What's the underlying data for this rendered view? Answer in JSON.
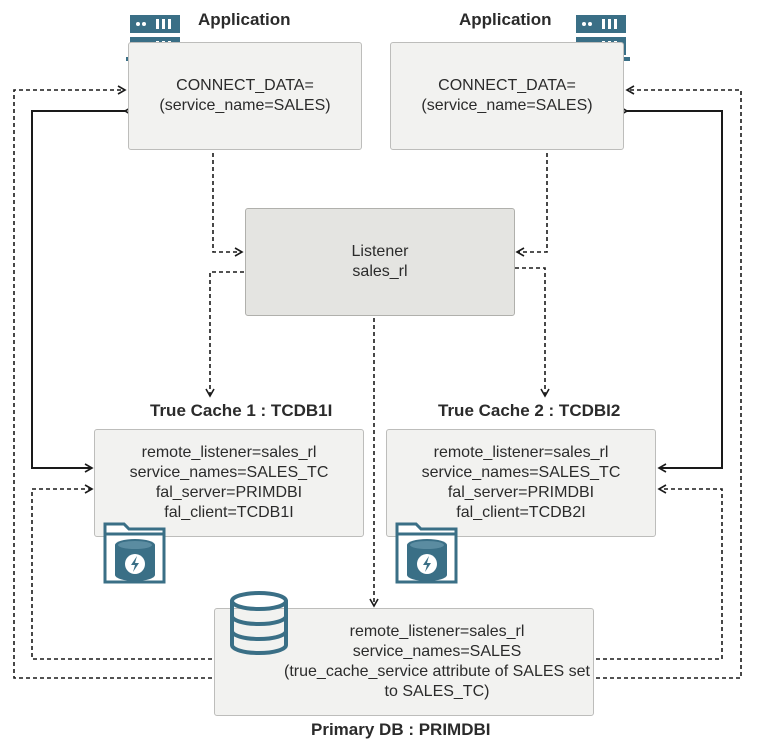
{
  "app_left": {
    "heading": "Application",
    "lines": [
      "CONNECT_DATA=",
      "(service_name=SALES)"
    ],
    "icon": "server-icon"
  },
  "app_right": {
    "heading": "Application",
    "lines": [
      "CONNECT_DATA=",
      "(service_name=SALES)"
    ],
    "icon": "server-icon"
  },
  "listener": {
    "lines": [
      "Listener",
      "sales_rl"
    ]
  },
  "cache1": {
    "heading": "True Cache 1 : TCDB1I",
    "lines": [
      "remote_listener=sales_rl",
      "service_names=SALES_TC",
      "fal_server=PRIMDBI",
      "fal_client=TCDB1I"
    ],
    "icon": "database-folder-icon"
  },
  "cache2": {
    "heading": "True Cache 2 : TCDBI2",
    "lines": [
      "remote_listener=sales_rl",
      "service_names=SALES_TC",
      "fal_server=PRIMDBI",
      "fal_client=TCDB2I"
    ],
    "icon": "database-folder-icon"
  },
  "primary": {
    "heading": "Primary DB : PRIMDBI",
    "lines": [
      "remote_listener=sales_rl",
      "service_names=SALES",
      "(true_cache_service attribute of SALES set",
      "to SALES_TC)"
    ],
    "icon": "database-icon"
  },
  "colors": {
    "icon": "#3a6f86",
    "box_fill": "#f2f2f0",
    "listener_fill": "#e4e4e1",
    "arrow": "#1a1a1a"
  }
}
